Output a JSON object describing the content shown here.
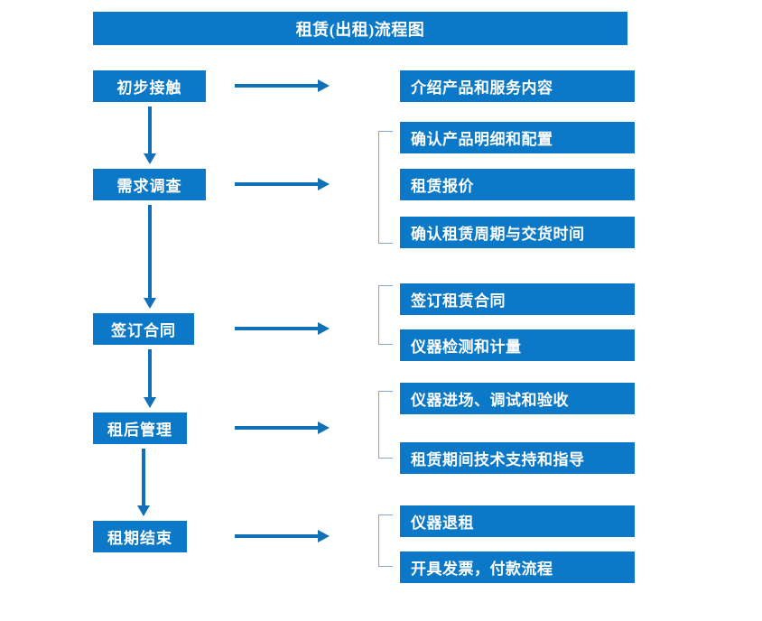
{
  "diagram": {
    "title": "租赁(出租)流程图",
    "accent_color": "#0B78C8",
    "arrow_color": "#1071B8",
    "bracket_color": "#7FA8CC",
    "text_color": "#FFFFFF",
    "background_color": "#FFFFFF"
  },
  "stages": [
    {
      "id": "stage-1",
      "label": "初步接触"
    },
    {
      "id": "stage-2",
      "label": "需求调查"
    },
    {
      "id": "stage-3",
      "label": "签订合同"
    },
    {
      "id": "stage-4",
      "label": "租后管理"
    },
    {
      "id": "stage-5",
      "label": "租期结束"
    }
  ],
  "details": [
    {
      "id": "detail-1",
      "label": "介绍产品和服务内容"
    },
    {
      "id": "detail-2",
      "label": "确认产品明细和配置"
    },
    {
      "id": "detail-3",
      "label": "租赁报价"
    },
    {
      "id": "detail-4",
      "label": "确认租赁周期与交货时间"
    },
    {
      "id": "detail-5",
      "label": "签订租赁合同"
    },
    {
      "id": "detail-6",
      "label": "仪器检测和计量"
    },
    {
      "id": "detail-7",
      "label": "仪器进场、调试和验收"
    },
    {
      "id": "detail-8",
      "label": "租赁期间技术支持和指导"
    },
    {
      "id": "detail-9",
      "label": "仪器退租"
    },
    {
      "id": "detail-10",
      "label": "开具发票，付款流程"
    }
  ],
  "chart_data": {
    "type": "diagram",
    "title": "租赁(出租)流程图",
    "flow": [
      {
        "stage": "初步接触",
        "outputs": [
          "介绍产品和服务内容"
        ]
      },
      {
        "stage": "需求调查",
        "outputs": [
          "确认产品明细和配置",
          "租赁报价",
          "确认租赁周期与交货时间"
        ]
      },
      {
        "stage": "签订合同",
        "outputs": [
          "签订租赁合同",
          "仪器检测和计量"
        ]
      },
      {
        "stage": "租后管理",
        "outputs": [
          "仪器进场、调试和验收",
          "租赁期间技术支持和指导"
        ]
      },
      {
        "stage": "租期结束",
        "outputs": [
          "仪器退租",
          "开具发票，付款流程"
        ]
      }
    ]
  }
}
